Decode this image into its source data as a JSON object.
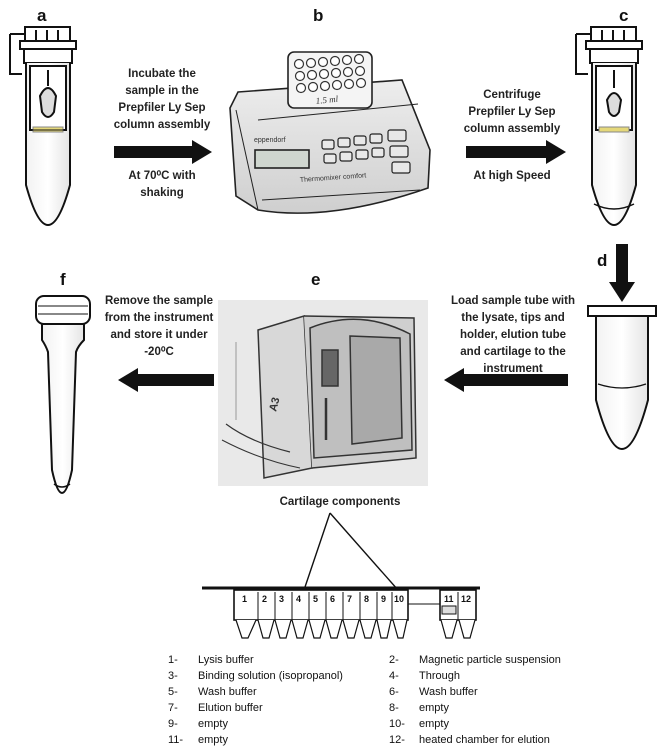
{
  "panels": {
    "a": "a",
    "b": "b",
    "c": "c",
    "d": "d",
    "e": "e",
    "f": "f"
  },
  "steps": {
    "a_to_b_top": [
      "Incubate the",
      "sample in the",
      "Prepfiler Ly Sep",
      "column assembly"
    ],
    "a_to_b_bottom": [
      "At 70⁰C with",
      "shaking"
    ],
    "b_to_c_top": [
      "Centrifuge",
      "Prepfiler Ly Sep",
      "column assembly"
    ],
    "b_to_c_bottom": [
      "At high Speed"
    ],
    "d_to_e": [
      "Load sample tube with",
      "the lysate, tips and",
      "holder, elution tube",
      "and cartilage to the",
      "instrument"
    ],
    "e_to_f": [
      "Remove the sample",
      "from the instrument",
      "and store it under",
      "-20⁰C"
    ]
  },
  "device_text": {
    "thermomixer_brand": "eppendorf",
    "thermomixer_model": "Thermomixer comfort",
    "thermomixer_block": "1.5 ml",
    "instrument_badge": "A3"
  },
  "cartilage": {
    "title": "Cartilage components",
    "numbers": [
      "1",
      "2",
      "3",
      "4",
      "5",
      "6",
      "7",
      "8",
      "9",
      "10",
      "11",
      "12"
    ]
  },
  "legend": [
    {
      "num": "1-",
      "text": "Lysis buffer"
    },
    {
      "num": "2-",
      "text": "Magnetic particle suspension"
    },
    {
      "num": "3-",
      "text": "Binding solution (isopropanol)"
    },
    {
      "num": "4-",
      "text": "Through"
    },
    {
      "num": "5-",
      "text": "Wash buffer"
    },
    {
      "num": "6-",
      "text": "Wash buffer"
    },
    {
      "num": "7-",
      "text": "Elution buffer"
    },
    {
      "num": "8-",
      "text": "empty"
    },
    {
      "num": "9-",
      "text": "empty"
    },
    {
      "num": "10-",
      "text": "empty"
    },
    {
      "num": "11-",
      "text": "empty"
    },
    {
      "num": "12-",
      "text": "heated chamber for elution"
    }
  ]
}
